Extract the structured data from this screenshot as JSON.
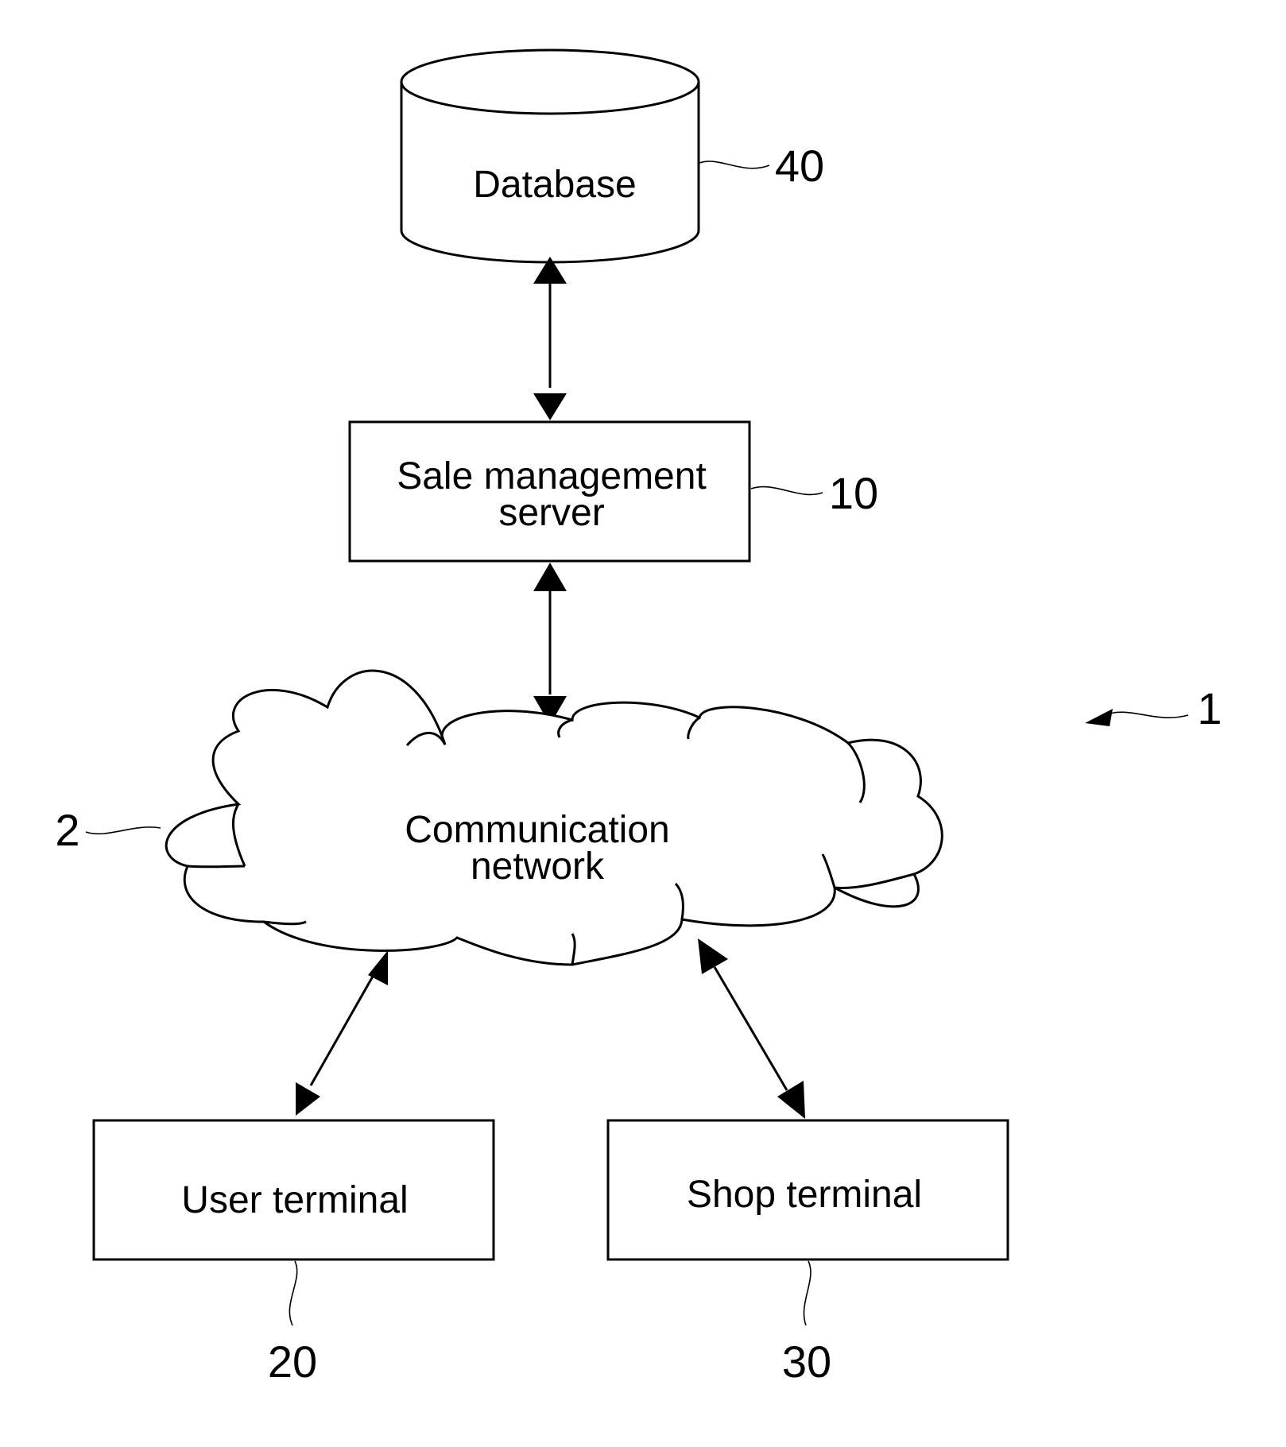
{
  "nodes": {
    "database": {
      "label": "Database",
      "ref": "40"
    },
    "server": {
      "label_line1": "Sale management",
      "label_line2": "server",
      "ref": "10"
    },
    "network": {
      "label_line1": "Communication",
      "label_line2": "network",
      "ref": "2"
    },
    "user_terminal": {
      "label": "User terminal",
      "ref": "20"
    },
    "shop_terminal": {
      "label": "Shop terminal",
      "ref": "30"
    }
  },
  "system_ref": "1",
  "colors": {
    "stroke": "#000000",
    "background": "#ffffff"
  }
}
